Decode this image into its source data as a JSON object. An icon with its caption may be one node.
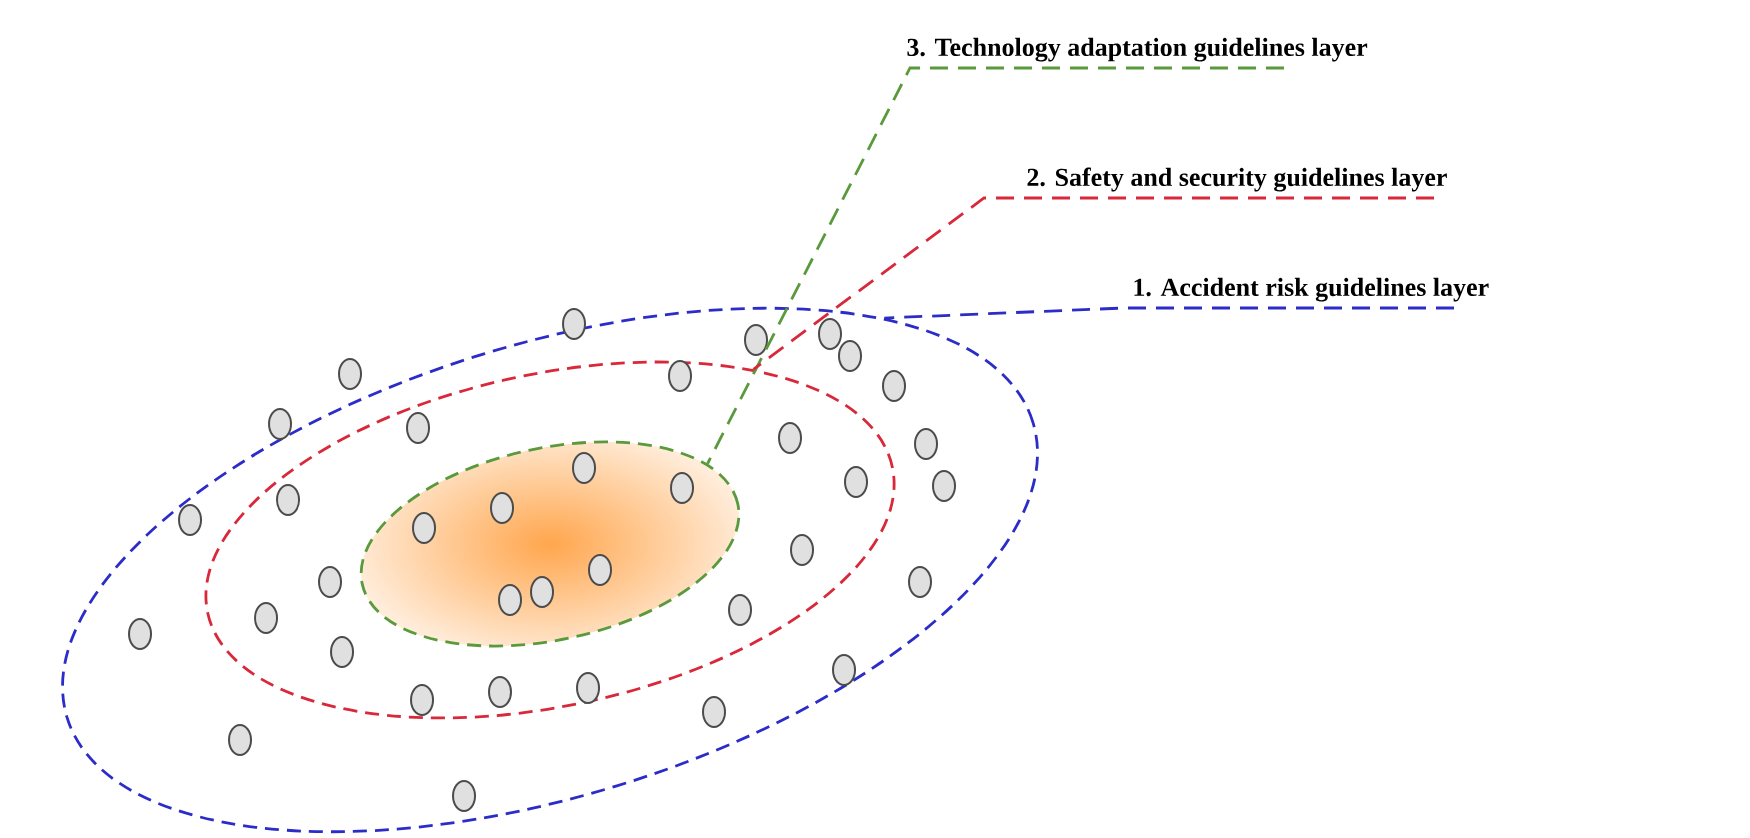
{
  "diagram": {
    "nodes": [
      {
        "text": [],
        "shape": "ellipse"
      },
      {
        "text": [],
        "shape": "ellipse",
        "in": 0
      },
      {
        "text": [],
        "shape": "ellipse",
        "in": 1
      },
      {
        "text": [
          "3. Technology adaptation guidelines layer"
        ]
      },
      {
        "text": [
          "2. Safety and security guidelines layer"
        ]
      },
      {
        "text": [
          "1. Accident risk guidelines layer"
        ]
      }
    ],
    "edges": [
      {
        "from": 3,
        "to": 2,
        "arrow": "none",
        "style": "dashed",
        "color": "#5a9a3c"
      },
      {
        "from": 4,
        "to": 1,
        "arrow": "none",
        "style": "dashed",
        "color": "#d8283a"
      },
      {
        "from": 5,
        "to": 0,
        "arrow": "none",
        "style": "dashed",
        "color": "#2c2cc8"
      }
    ]
  }
}
